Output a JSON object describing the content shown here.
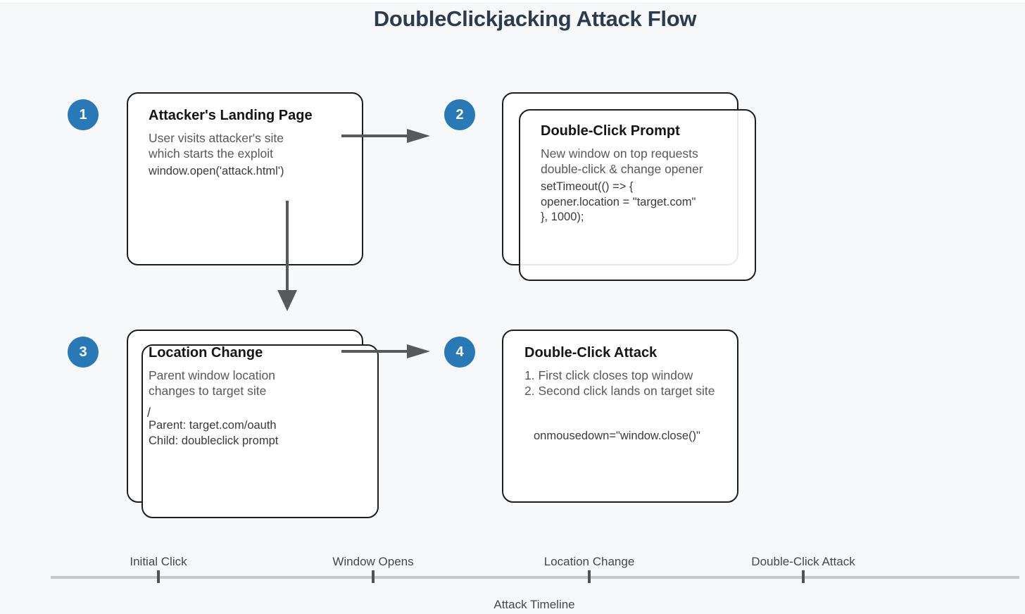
{
  "title": "DoubleClickjacking Attack Flow",
  "colors": {
    "background": "#f7f8fa",
    "badge_blue": "#2879b6",
    "box_border": "#1d1d1f",
    "title_slate": "#2c3b4d",
    "body_gray": "#58585a",
    "code_dark": "#3a3a3c",
    "arrow_gray": "#58595b",
    "timeline_line": "#c5c7ca"
  },
  "steps": [
    {
      "number": "1",
      "title": "Attacker's Landing Page",
      "body": [
        "User visits attacker's site",
        "which starts the exploit"
      ],
      "code": [
        "window.open('attack.html')"
      ]
    },
    {
      "number": "2",
      "title": "Double-Click Prompt",
      "body": [
        "New window on top requests",
        "double-click & change opener"
      ],
      "code": [
        "setTimeout(() => {",
        "opener.location = \"target.com\"",
        "}, 1000);"
      ]
    },
    {
      "number": "3",
      "title": "Location Change",
      "body": [
        "Parent window location",
        "changes to target site"
      ],
      "stray_glyph": "/",
      "detail": [
        "Parent: target.com/oauth",
        "Child: doubleclick prompt"
      ]
    },
    {
      "number": "4",
      "title": "Double-Click Attack",
      "body": [
        "1. First click closes top window",
        "2. Second click lands on target site"
      ],
      "code": [
        "onmousedown=\"window.close()\""
      ]
    }
  ],
  "timeline": {
    "caption": "Attack Timeline",
    "milestones": [
      "Initial Click",
      "Window Opens",
      "Location Change",
      "Double-Click Attack"
    ]
  }
}
